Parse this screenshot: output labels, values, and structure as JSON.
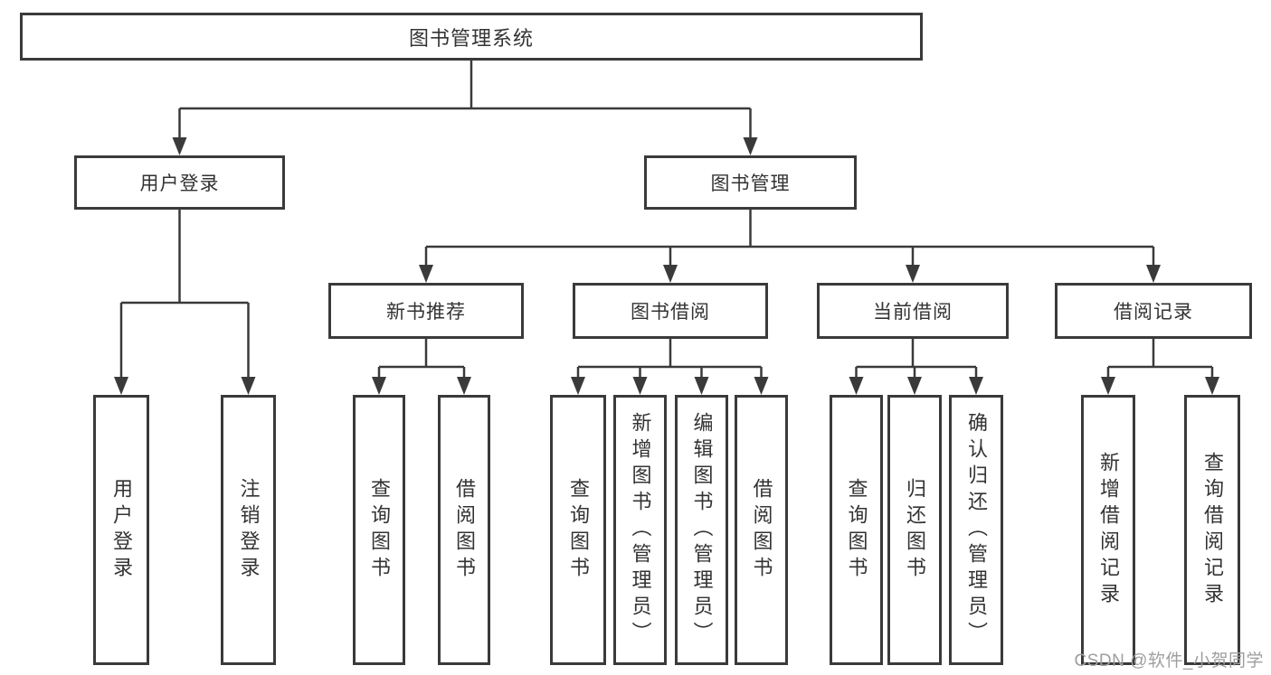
{
  "diagram": {
    "title": "图书管理系统",
    "root": {
      "label": "图书管理系统"
    },
    "level2": [
      {
        "id": "user-login",
        "label": "用户登录"
      },
      {
        "id": "book-management",
        "label": "图书管理"
      }
    ],
    "level3": [
      {
        "id": "new-book-recommend",
        "label": "新书推荐"
      },
      {
        "id": "book-borrow",
        "label": "图书借阅"
      },
      {
        "id": "current-borrow",
        "label": "当前借阅"
      },
      {
        "id": "borrow-records",
        "label": "借阅记录"
      }
    ],
    "leaves": [
      {
        "id": "user-login-leaf",
        "parent": "用户登录",
        "label": "用户登录"
      },
      {
        "id": "logout",
        "parent": "用户登录",
        "label": "注销登录"
      },
      {
        "id": "query-books-rec",
        "parent": "新书推荐",
        "label": "查询图书"
      },
      {
        "id": "borrow-books-rec",
        "parent": "新书推荐",
        "label": "借阅图书"
      },
      {
        "id": "query-books-borrow",
        "parent": "图书借阅",
        "label": "查询图书"
      },
      {
        "id": "add-books-admin",
        "parent": "图书借阅",
        "label": "新增图书（管理员）"
      },
      {
        "id": "edit-books-admin",
        "parent": "图书借阅",
        "label": "编辑图书（管理员）"
      },
      {
        "id": "borrow-books-borrow",
        "parent": "图书借阅",
        "label": "借阅图书"
      },
      {
        "id": "query-books-current",
        "parent": "当前借阅",
        "label": "查询图书"
      },
      {
        "id": "return-books",
        "parent": "当前借阅",
        "label": "归还图书"
      },
      {
        "id": "confirm-return-admin",
        "parent": "当前借阅",
        "label": "确认归还（管理员）"
      },
      {
        "id": "add-borrow-record",
        "parent": "借阅记录",
        "label": "新增借阅记录"
      },
      {
        "id": "query-borrow-record",
        "parent": "借阅记录",
        "label": "查询借阅记录"
      }
    ],
    "watermark": "CSDN @软件_小贺同学"
  },
  "colors": {
    "line": "#3a3a3a",
    "box_border": "#3a3a3a",
    "text": "#333333",
    "watermark": "#9e9e9e",
    "background": "#ffffff"
  }
}
